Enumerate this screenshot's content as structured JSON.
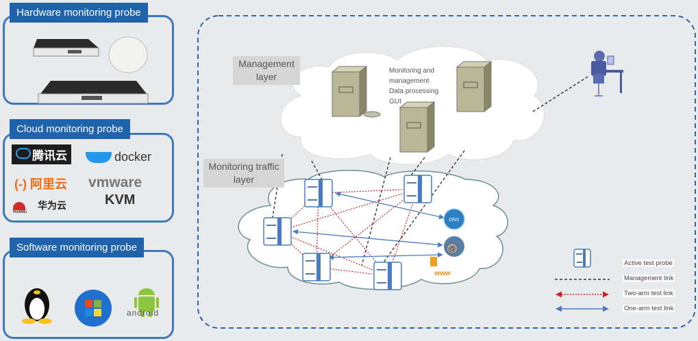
{
  "panels": {
    "hardware": {
      "title": "Hardware monitoring probe"
    },
    "cloud": {
      "title": "Cloud monitoring probe",
      "logos": [
        {
          "name": "tencent-cloud",
          "text": "腾讯云"
        },
        {
          "name": "docker",
          "text": "docker"
        },
        {
          "name": "aliyun",
          "text": "阿里云",
          "prefix": "(-)"
        },
        {
          "name": "vmware",
          "text": "vmware"
        },
        {
          "name": "huawei-cloud",
          "text": "华为云",
          "sub": "HUAWEI"
        },
        {
          "name": "kvm",
          "text": "KVM"
        }
      ]
    },
    "software": {
      "title": "Software monitoring probe",
      "android_text": "android"
    }
  },
  "diagram": {
    "management_layer_label": "Management layer",
    "management_layer_line1": "Management",
    "management_layer_line2": "layer",
    "traffic_layer_line1": "Monitoring traffic",
    "traffic_layer_line2": "layer",
    "cloud_text": [
      "Monitoring and",
      "management",
      "Data processing",
      "GUI"
    ],
    "dns_label": "DNS",
    "www_label": "www"
  },
  "legend": [
    {
      "label": "Active test probe",
      "symbol": "probe"
    },
    {
      "label": "Management link",
      "symbol": "dashed-black"
    },
    {
      "label": "Two-arm test link",
      "symbol": "dotted-red-double-arrow"
    },
    {
      "label": "One-arm test link",
      "symbol": "blue-double-arrow"
    }
  ],
  "colors": {
    "panel_title_bg": "#1f63ad",
    "panel_border": "#3b78c0",
    "frame_dash": "#2a66b0",
    "two_arm": "#cc2222",
    "one_arm": "#4a7cc0",
    "server": "#b9b795"
  }
}
